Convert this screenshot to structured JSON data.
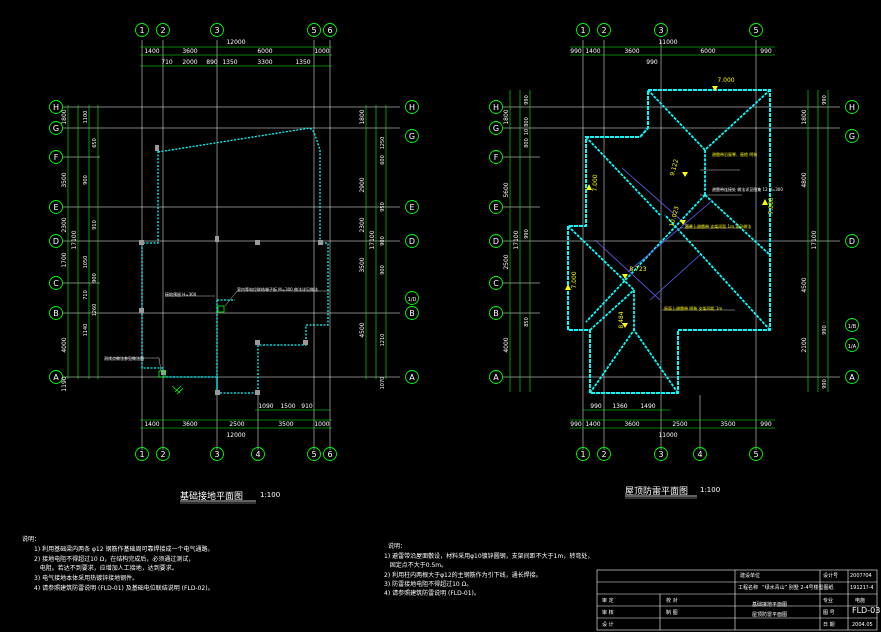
{
  "colors": {
    "background": "#000000",
    "grid_line": "#ffffff",
    "axis_green": "#00ff00",
    "wall_cyan": "#00ffff",
    "marker_yellow": "#ffff00",
    "ridge_blue": "#6060ff",
    "text_white": "#ffffff"
  },
  "left_plan": {
    "title": "基础接地平面图",
    "scale": "1:100",
    "axis_top": [
      "1",
      "2",
      "3",
      "5",
      "6"
    ],
    "axis_bottom": [
      "1",
      "2",
      "3",
      "4",
      "5",
      "6"
    ],
    "axis_left": [
      "H",
      "G",
      "F",
      "E",
      "D",
      "C",
      "B",
      "A"
    ],
    "axis_right": [
      "H",
      "G",
      "E",
      "D",
      "1/D",
      "B",
      "A"
    ],
    "dim_top_row1": [
      "1400",
      "3600",
      "6000",
      "1000"
    ],
    "dim_top_total": "12000",
    "dim_top_row2": [
      "710",
      "2000",
      "890",
      "1350",
      "3300",
      "1350"
    ],
    "dim_bottom_row1": [
      "1400",
      "3600",
      "2500",
      "3500",
      "1000"
    ],
    "dim_bottom_row2": [
      "1090",
      "1500",
      "910"
    ],
    "dim_bottom_total": "12000",
    "dim_left_outer": [
      "1800",
      "3500",
      "2300",
      "1700",
      "4000",
      "1190"
    ],
    "dim_left_total": "17100",
    "dim_left_inner": [
      "1100",
      "650",
      "900",
      "910",
      "1050",
      "900",
      "710",
      "1260",
      "1140"
    ],
    "dim_right_outer": [
      "1800",
      "2900",
      "2300",
      "3500",
      "4500"
    ],
    "dim_right_total": "17100",
    "dim_right_inner": [
      "1250",
      "600",
      "950",
      "900",
      "900",
      "1210",
      "1070"
    ],
    "label_1": "测试点做法参见做法图",
    "label_2": "接地预留 H=300",
    "label_3": "室内等电位联结端子板 M=300 做法详见做法"
  },
  "right_plan": {
    "title": "屋顶防雷平面图",
    "scale": "1:100",
    "axis_top": [
      "1",
      "2",
      "3",
      "5"
    ],
    "axis_bottom": [
      "1",
      "2",
      "3",
      "4",
      "5",
      "6"
    ],
    "axis_left": [
      "H",
      "G",
      "F",
      "E",
      "D",
      "C",
      "B",
      "A"
    ],
    "axis_right": [
      "H",
      "G",
      "D",
      "1/B",
      "1/A",
      "A"
    ],
    "dim_top_row1": [
      "990",
      "1400",
      "3600",
      "6000",
      "990"
    ],
    "dim_top_total": "11000",
    "dim_top_row2": "990",
    "dim_bottom_row1": [
      "990",
      "1400",
      "3600",
      "2500",
      "3500",
      "990"
    ],
    "dim_bottom_row2": [
      "990",
      "1360",
      "1490"
    ],
    "dim_bottom_total": "11000",
    "dim_left_outer": [
      "1800",
      "5600",
      "2500",
      "4000"
    ],
    "dim_left_total": "17100",
    "dim_left_inner": [
      "990",
      "800",
      "10",
      "800",
      "990",
      "850"
    ],
    "dim_right_outer": [
      "1800",
      "4800",
      "4500",
      "2100"
    ],
    "dim_right_total": "17100",
    "dim_right_inner": [
      "990",
      "990",
      "990"
    ],
    "elevations": [
      "7.000",
      "7.000",
      "7.000",
      "7.000",
      "9.122",
      "10.023",
      "8.723",
      "8.484"
    ],
    "label_1": "避雷带沿屋脊、屋檐 明装",
    "label_2": "避雷带连接处 做法详见图集 12 H=300",
    "label_3": "屋脊上避雷带 支架间距 1m 详见做法",
    "label_4": "屋面上避雷带 明装 支架间距 1m"
  },
  "notes_left": {
    "heading": "说明：",
    "lines": [
      "1) 利用基础梁内两条 φ12 钢筋作基础周可靠焊接成一个电气通路。",
      "2) 接地电阻不得超过10 Ω，在结构完成后，必须通过测试，",
      "   电阻。若达不到要求，应增加人工接地，达到要求。",
      "3) 电气接地本体采用热镀锌接地钢件。",
      "4) 请参照建筑防雷说明 (FLD-01) 及基础电位联结说明 (FLD-02)。"
    ]
  },
  "notes_right": {
    "heading": "说明：",
    "lines": [
      "1) 避雷带沿屋面敷设，材料采用φ10镀锌圆钢，支架间距不大于1m，转弯处，",
      "   固定点不大于0.5m。",
      "2) 利用柱内两根大于φ12的主钢筋作为引下线，通长焊接。",
      "3) 防雷接地电阻不得超过10 Ω。",
      "4) 请参照建筑防雷说明 (FLD-01)。"
    ]
  },
  "title_block": {
    "project_label": "建设单位",
    "project_name": "“绿水青山” 别墅 2-4号楼型图纸",
    "sub_label": "工程名称",
    "drawing_name_1": "基础接地平面图",
    "drawing_name_2": "屋顶防雷平面图",
    "code_label": "设计号",
    "code_value": "2007?04",
    "number_a": "19121?-4",
    "row_labels": [
      "审 定",
      "审 核",
      "设 计",
      "校 对",
      "制 图"
    ],
    "spec_label": "专业",
    "spec_value": "电施",
    "sheet_label": "图 号",
    "sheet_value": "FLD-03",
    "date_label": "日 期",
    "date_value": "2004.05"
  }
}
